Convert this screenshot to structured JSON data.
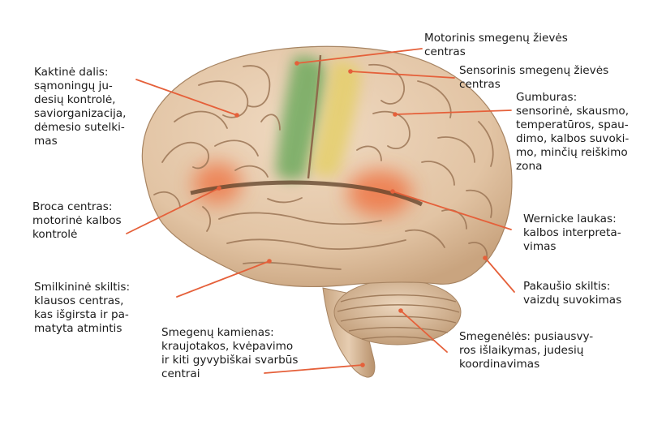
{
  "colors": {
    "brain": "#e8cdb0",
    "brain_shadow": "#b89574",
    "sulcus": "#9c7656",
    "motor_cortex": "#6faa5e",
    "sensory_cortex": "#e4cf6a",
    "speech_area": "#f06a38",
    "leader_line": "#e5603a",
    "text": "#1a1a1a"
  },
  "labels": {
    "motor": "Motorinis smegenų žievės\ncentras",
    "sensory": "Sensorinis smegenų žievės\ncentras",
    "frontal": "Kaktinė dalis:\nsąmoningų ju-\ndesių kontrolė,\nsaviorganizacija,\ndėmesio sutelki-\nmas",
    "parietal": "Gumburas:\nsensorinė, skausmo,\ntemperatūros, spau-\ndimo, kalbos suvoki-\nmo, minčių reiškimo\nzona",
    "broca": "Broca centras:\nmotorinė kalbos\nkontrolė",
    "wernicke": "Wernicke laukas:\nkalbos interpreta-\nvimas",
    "temporal": "Smilkininė skiltis:\nklausos centras,\nkas išgirsta ir pa-\nmatyta atmintis",
    "occipital": "Pakaušio skiltis:\nvaizdų suvokimas",
    "brainstem": "Smegenų kamienas:\nkraujotakos, kvėpavimo\nir kiti gyvybiškai svarbūs\ncentrai",
    "cerebellum": "Smegenėlės: pusiausvy-\nros išlaikymas, judesių\nkoordinavimas"
  }
}
